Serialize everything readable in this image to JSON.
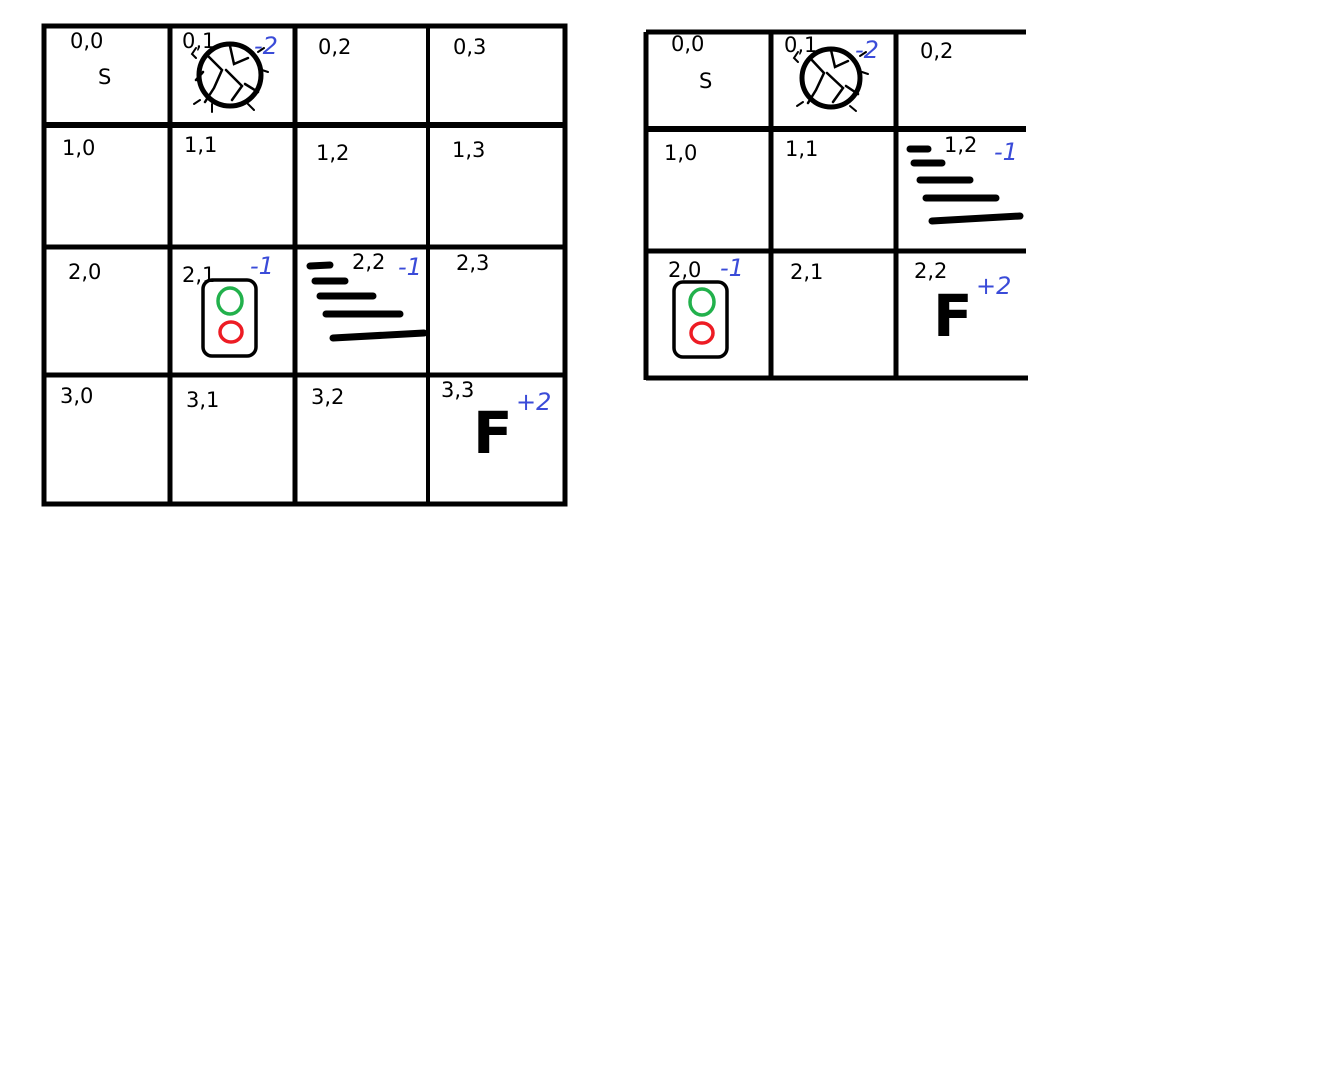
{
  "grid_a": {
    "labels": [
      "0,0",
      "0,1",
      "0,2",
      "0,3",
      "1,0",
      "1,1",
      "1,2",
      "1,3",
      "2,0",
      "2,1",
      "2,2",
      "2,3",
      "3,0",
      "3,1",
      "3,2",
      "3,3"
    ],
    "start_mark": "S",
    "rewards": {
      "hole": "-2",
      "light": "-1",
      "ladder": "-1",
      "finish": "+2"
    },
    "finish_mark": "F"
  },
  "grid_b": {
    "labels": [
      "0,0",
      "0,1",
      "0,2",
      "1,0",
      "1,1",
      "1,2",
      "2,0",
      "2,1",
      "2,2"
    ],
    "start_mark": "S",
    "rewards": {
      "hole": "-2",
      "ladder": "-1",
      "light": "-1",
      "finish": "+2"
    },
    "finish_mark": "F"
  },
  "icons": {
    "hole": "pothole-icon",
    "light": "traffic-light-icon",
    "ladder": "stairs-icon",
    "light_top_color": "#22b14c",
    "light_bottom_color": "#ed1c24",
    "reward_color": "#3a4bd8"
  }
}
